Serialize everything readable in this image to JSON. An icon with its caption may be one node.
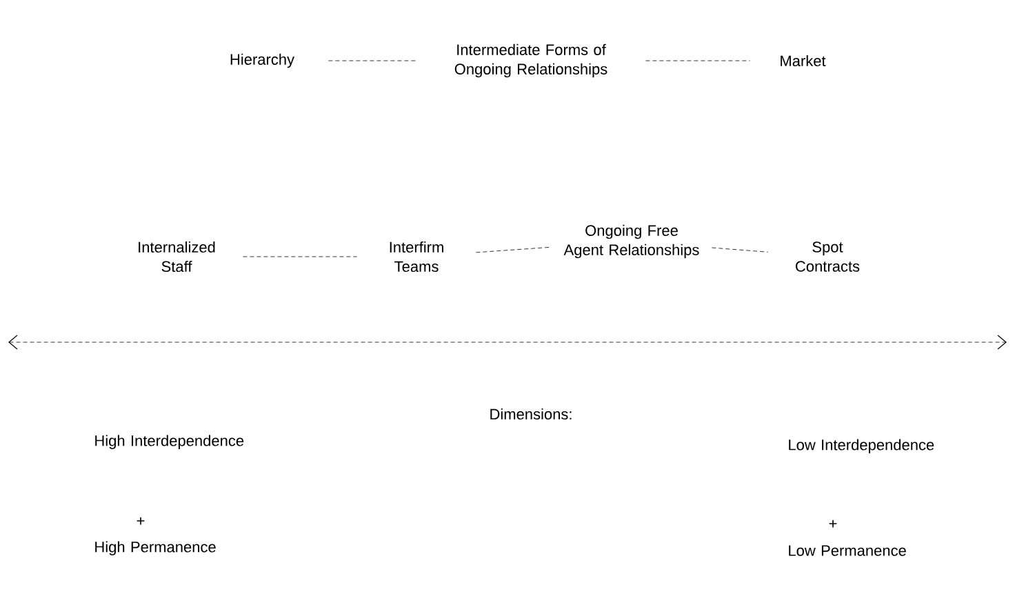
{
  "diagram": {
    "nodes": [
      {
        "text": [
          "Hierarchy"
        ]
      },
      {
        "text": [
          "Intermediate Forms of Ongoing Relationships"
        ]
      },
      {
        "text": [
          "Market"
        ]
      },
      {
        "text": [
          "Internalized Staff"
        ]
      },
      {
        "text": [
          "Interfirm Teams"
        ]
      },
      {
        "text": [
          "Ongoing Free Agent Relationships"
        ]
      },
      {
        "text": [
          "Spot Contracts"
        ]
      }
    ],
    "edges": [
      {
        "from": 0,
        "to": 1,
        "arrow": "none",
        "style": "dashed"
      },
      {
        "from": 1,
        "to": 2,
        "arrow": "none",
        "style": "dashed"
      },
      {
        "from": 3,
        "to": 4,
        "arrow": "none",
        "style": "dashed"
      },
      {
        "from": 4,
        "to": 5,
        "arrow": "none",
        "style": "dashed"
      },
      {
        "from": 5,
        "to": 6,
        "arrow": "none",
        "style": "dashed"
      }
    ],
    "labels": [
      "Dimensions:",
      "High Interdependence",
      "Low Interdependence",
      "+",
      "+",
      "High Permanence",
      "Low Permanence"
    ]
  }
}
